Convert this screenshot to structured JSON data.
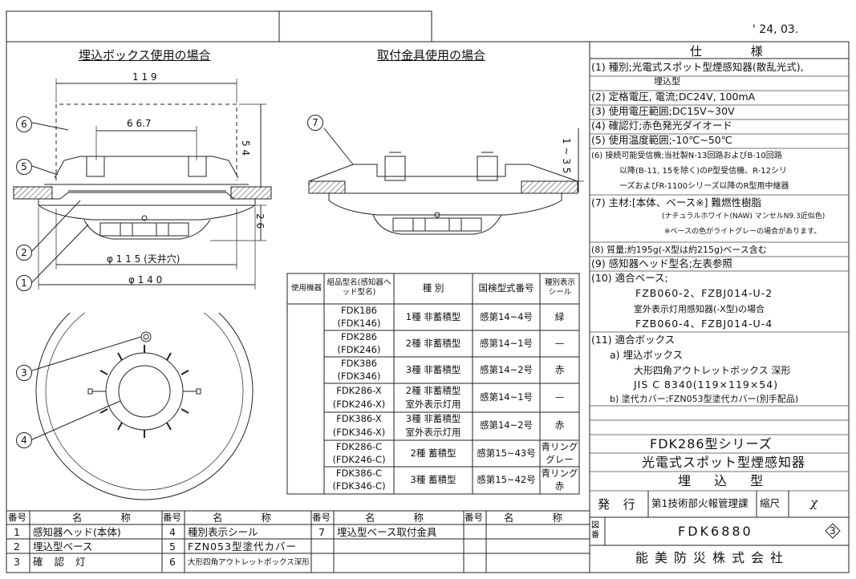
{
  "date": "' 24, 03.",
  "sections": {
    "embedded_box": "埋込ボックス使用の場合",
    "bracket": "取付金具使用の場合"
  },
  "dims": {
    "d119": "1 1 9",
    "d667": "6 6.7",
    "d54": "5 4",
    "d26": "2 6",
    "d115": "φ 1 1 5 (天井穴)",
    "d140": "φ 1 4 0",
    "d135": "1 ~ 3 5"
  },
  "callouts": [
    "1",
    "2",
    "3",
    "4",
    "5",
    "6",
    "7"
  ],
  "spec": {
    "heading": "仕 様",
    "lines": [
      "(1) 種別;光電式スポット型煙感知器(散乱光式),",
      "埋込型",
      "(2) 定格電圧, 電流;DC24V, 100mA",
      "(3) 使用電圧範囲;DC15V~30V",
      "(4) 確認灯;赤色発光ダイオード",
      "(5) 使用温度範囲;-10℃~50℃",
      "(6) 接続可能受信機;当社製N-13回路およびB-10回路",
      "以降(B-11, 15を除く)のP型受信機、R-12シリ",
      "ーズおよびR-1100シリーズ以降のR型用中継器",
      "(7) 主材:[本体、ベース※] 難燃性樹脂",
      "(ナチュラルホワイト(NAW) マンセルN9.3近似色)",
      "※ベースの色がライトグレーの場合があります。",
      "(8) 質量;約195g(-X型は約215g)ベース含む",
      "(9) 感知器ヘッド型名;左表参照",
      "(10) 適合ベース;",
      "FZB060-2、FZBJ014-U-2",
      "室外表示灯用感知器(-X型)の場合",
      "FZB060-4、FZBJ014-U-4",
      "(11) 適合ボックス",
      "a) 埋込ボックス",
      "大形四角アウトレットボックス 深形",
      "JIS C 8340(119×119×54)",
      "b) 塗代カバー;FZN053型塗代カバー(別手配品)"
    ]
  },
  "title_block": {
    "series": "FDK286型シリーズ",
    "product": "光電式スポット型煙感知器",
    "type": "埋 込 型",
    "issue_label": "発 行",
    "dept": "第1技術部火報管理課",
    "scale_label": "縮尺",
    "scale_value": "χ",
    "drawing_no_label": "図番",
    "drawing_no": "FDK6880",
    "revision": "3",
    "company": "能美防災株式会社"
  },
  "model_table": {
    "headers": [
      "使用機器",
      "組品型名(感知器ヘッド型名)",
      "種 別",
      "国検型式番号",
      "種別表示シール"
    ],
    "rows": [
      {
        "model": "FDK186",
        "head": "(FDK146)",
        "kind": "1種 非蓄積型",
        "kind2": "",
        "cert": "感第14~4号",
        "seal": "緑",
        "seal2": ""
      },
      {
        "model": "FDK286",
        "head": "(FDK246)",
        "kind": "2種 非蓄積型",
        "kind2": "",
        "cert": "感第14~1号",
        "seal": "—",
        "seal2": ""
      },
      {
        "model": "FDK386",
        "head": "(FDK346)",
        "kind": "3種 非蓄積型",
        "kind2": "",
        "cert": "感第14~2号",
        "seal": "赤",
        "seal2": ""
      },
      {
        "model": "FDK286-X",
        "head": "(FDK246-X)",
        "kind": "2種 非蓄積型",
        "kind2": "室外表示灯用",
        "cert": "感第14~1号",
        "seal": "—",
        "seal2": ""
      },
      {
        "model": "FDK386-X",
        "head": "(FDK346-X)",
        "kind": "3種 非蓄積型",
        "kind2": "室外表示灯用",
        "cert": "感第14~2号",
        "seal": "赤",
        "seal2": ""
      },
      {
        "model": "FDK286-C",
        "head": "(FDK246-C)",
        "kind": "2種 蓄積型",
        "kind2": "",
        "cert": "感第15~43号",
        "seal": "青リング",
        "seal2": "グレー"
      },
      {
        "model": "FDK386-C",
        "head": "(FDK346-C)",
        "kind": "3種 蓄積型",
        "kind2": "",
        "cert": "感第15~42号",
        "seal": "青リング",
        "seal2": "赤"
      }
    ]
  },
  "parts": {
    "col_no": "番号",
    "col_name": "名 称",
    "items": [
      {
        "no": "1",
        "name": "感知器ヘッド(本体)"
      },
      {
        "no": "2",
        "name": "埋込型ベース"
      },
      {
        "no": "3",
        "name": "確 認 灯"
      },
      {
        "no": "4",
        "name": "種別表示シール"
      },
      {
        "no": "5",
        "name": "FZN053型塗代カバー"
      },
      {
        "no": "6",
        "name": "大形四角アウトレットボックス深形"
      },
      {
        "no": "7",
        "name": "埋込型ベース取付金具"
      }
    ]
  }
}
